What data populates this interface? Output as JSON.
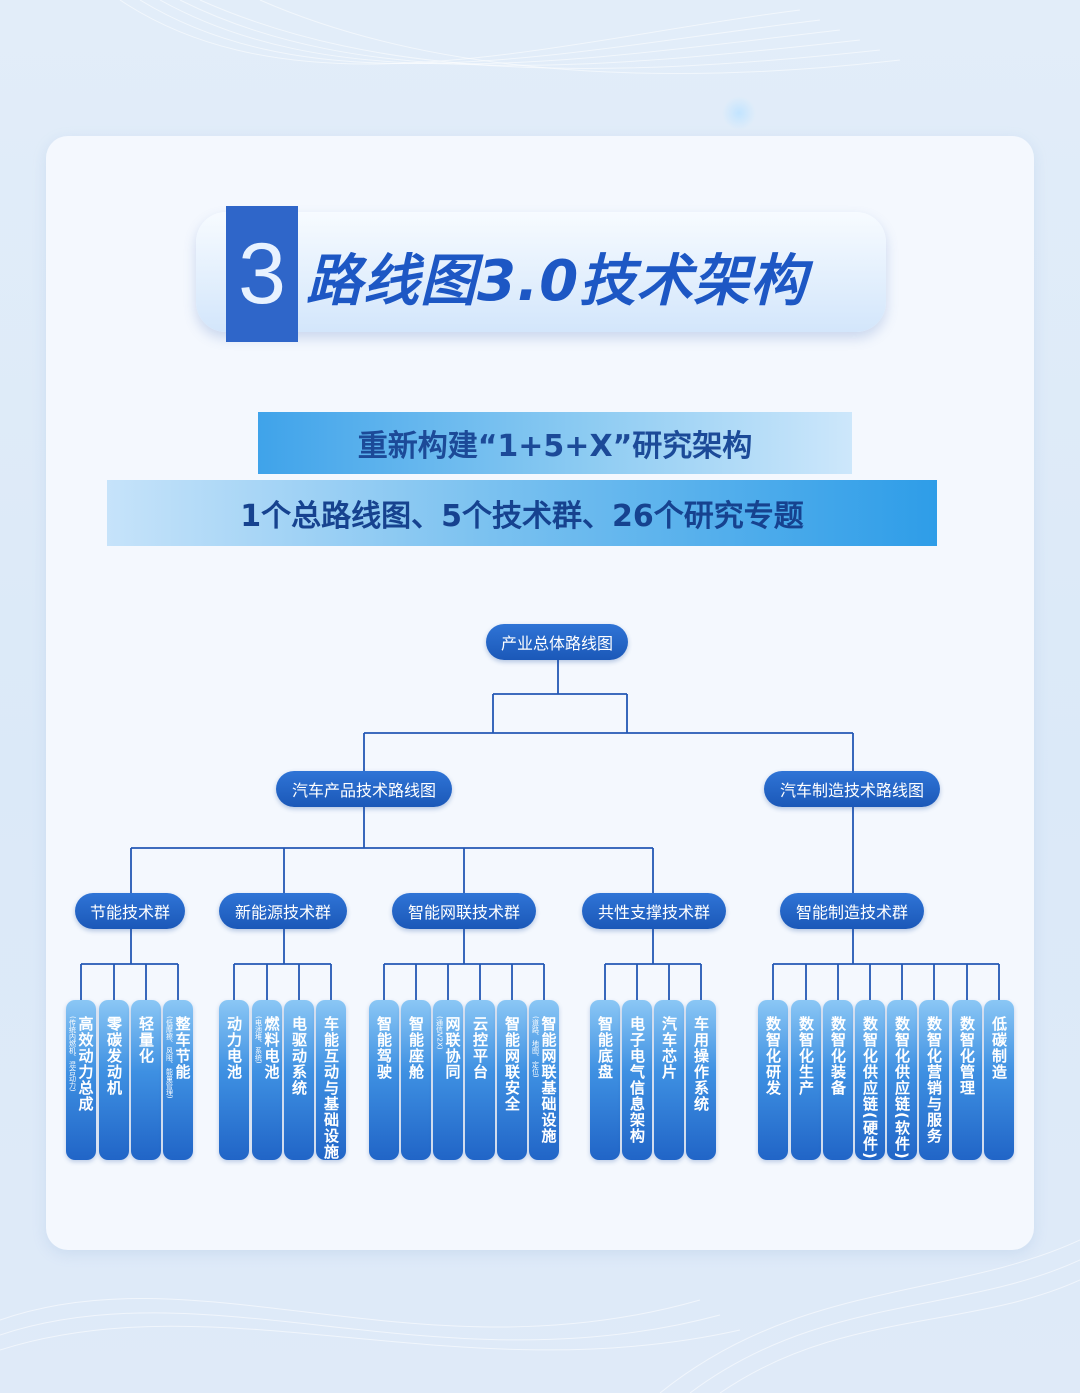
{
  "title": {
    "number": "3",
    "text": "路线图3.0技术架构"
  },
  "banner1": "重新构建“1+5+X”研究架构",
  "banner2": "1个总路线图、5个技术群、26个研究专题",
  "tree": {
    "root": "产业总体路线图",
    "branches": [
      "汽车产品技术路线图",
      "汽车制造技术路线图"
    ],
    "groups": [
      "节能技术群",
      "新能源技术群",
      "智能网联技术群",
      "共性支撑技术群",
      "智能制造技术群"
    ],
    "leaves": [
      {
        "main": "高效动力总成",
        "sub": "(传统内燃机、混合动力)"
      },
      {
        "main": "零碳发动机"
      },
      {
        "main": "轻量化"
      },
      {
        "main": "整车节能",
        "sub": "(低摩擦、风阻、能量管理)"
      },
      {
        "main": "动力电池"
      },
      {
        "main": "燃料电池",
        "sub": "(电池堆、系统)"
      },
      {
        "main": "电驱动系统"
      },
      {
        "main": "车能互动与基础设施"
      },
      {
        "main": "智能驾驶"
      },
      {
        "main": "智能座舱"
      },
      {
        "main": "网联协同",
        "sub": "(通信V2X)"
      },
      {
        "main": "云控平台"
      },
      {
        "main": "智能网联安全"
      },
      {
        "main": "智能网联基础设施",
        "sub": "(道路、地图、定位)"
      },
      {
        "main": "智能底盘"
      },
      {
        "main": "电子电气信息架构"
      },
      {
        "main": "汽车芯片"
      },
      {
        "main": "车用操作系统"
      },
      {
        "main": "数智化研发"
      },
      {
        "main": "数智化生产"
      },
      {
        "main": "数智化装备"
      },
      {
        "main": "数智化供应链(硬件)"
      },
      {
        "main": "数智化供应链(软件)"
      },
      {
        "main": "数智化营销与服务"
      },
      {
        "main": "数智化管理"
      },
      {
        "main": "低碳制造"
      }
    ]
  }
}
